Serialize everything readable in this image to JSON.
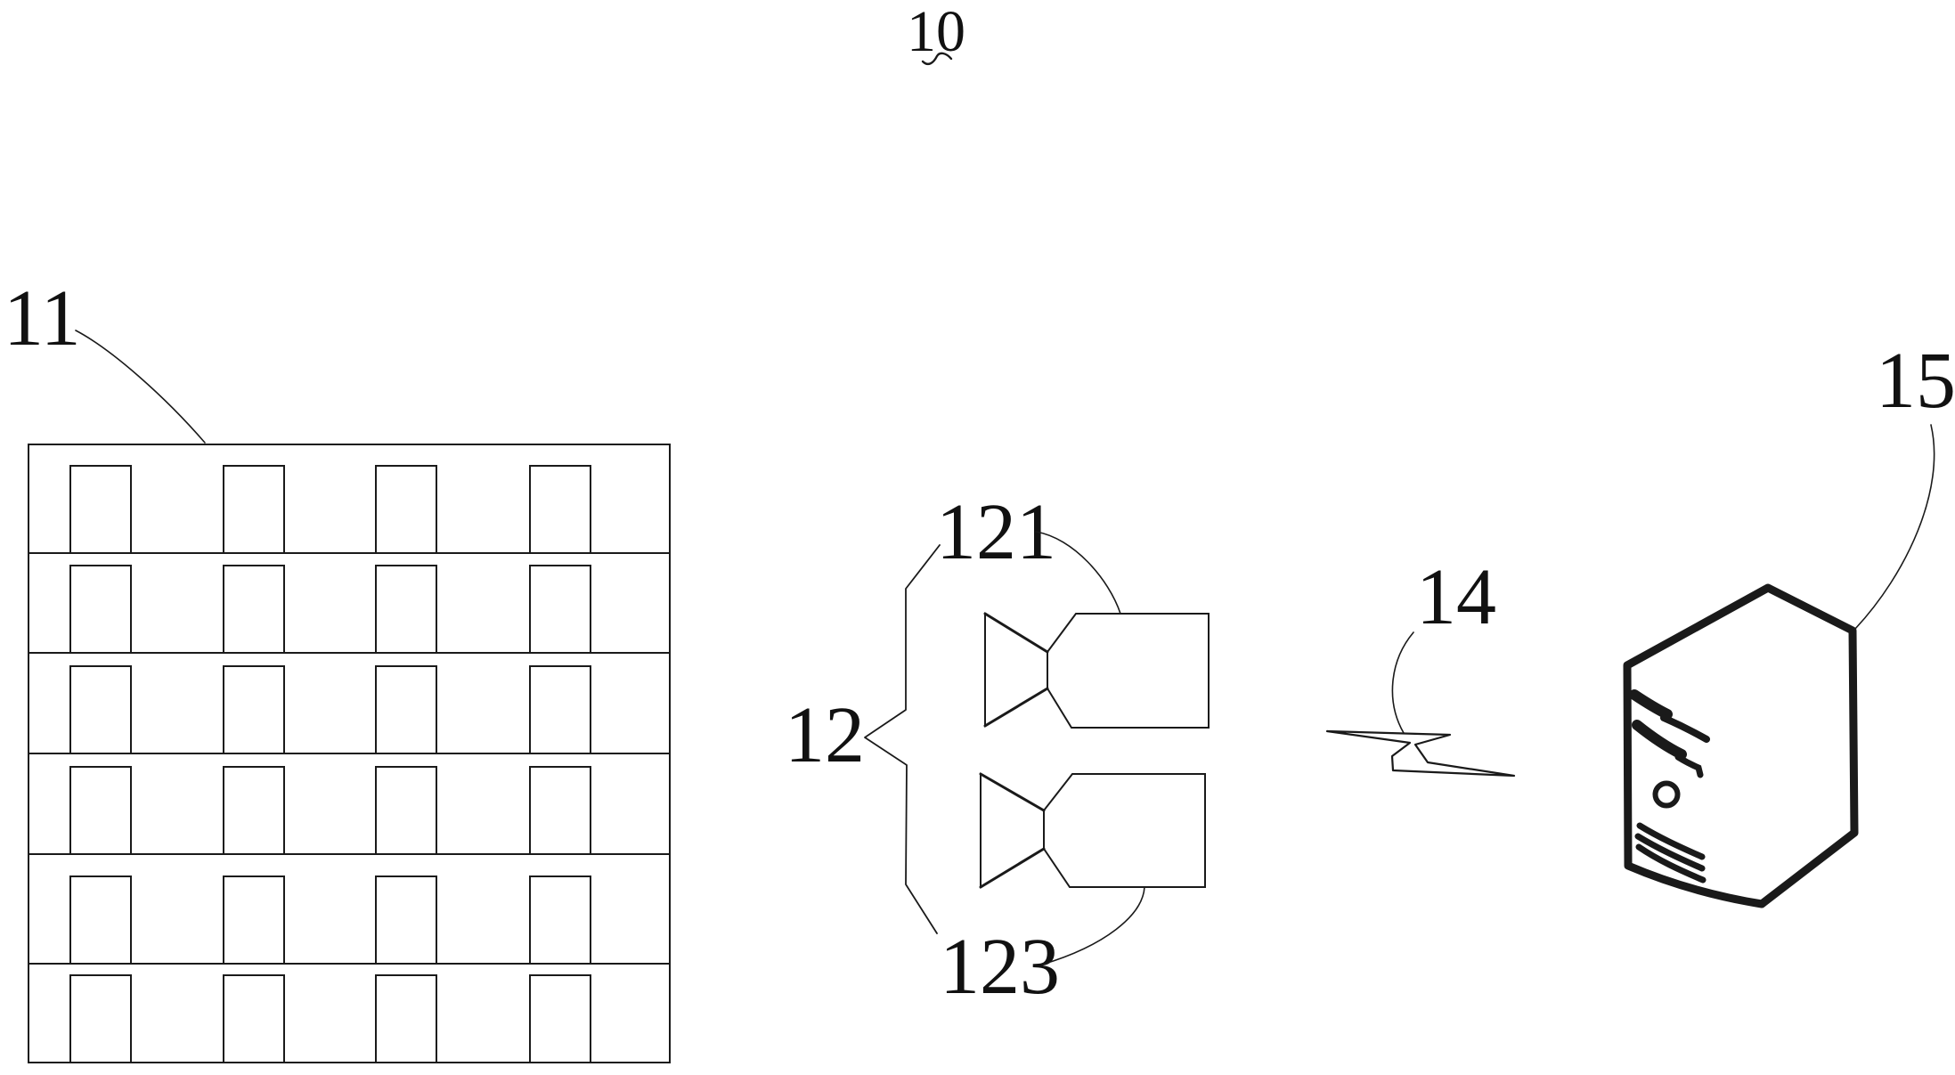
{
  "figure": {
    "title": "10",
    "labels": {
      "building": "11",
      "camera_group": "12",
      "camera_top": "121",
      "camera_bottom": "123",
      "wireless_link": "14",
      "server": "15"
    },
    "colors": {
      "line": "#1a1a1a",
      "label_text": "#111111",
      "background": "#ffffff"
    }
  }
}
